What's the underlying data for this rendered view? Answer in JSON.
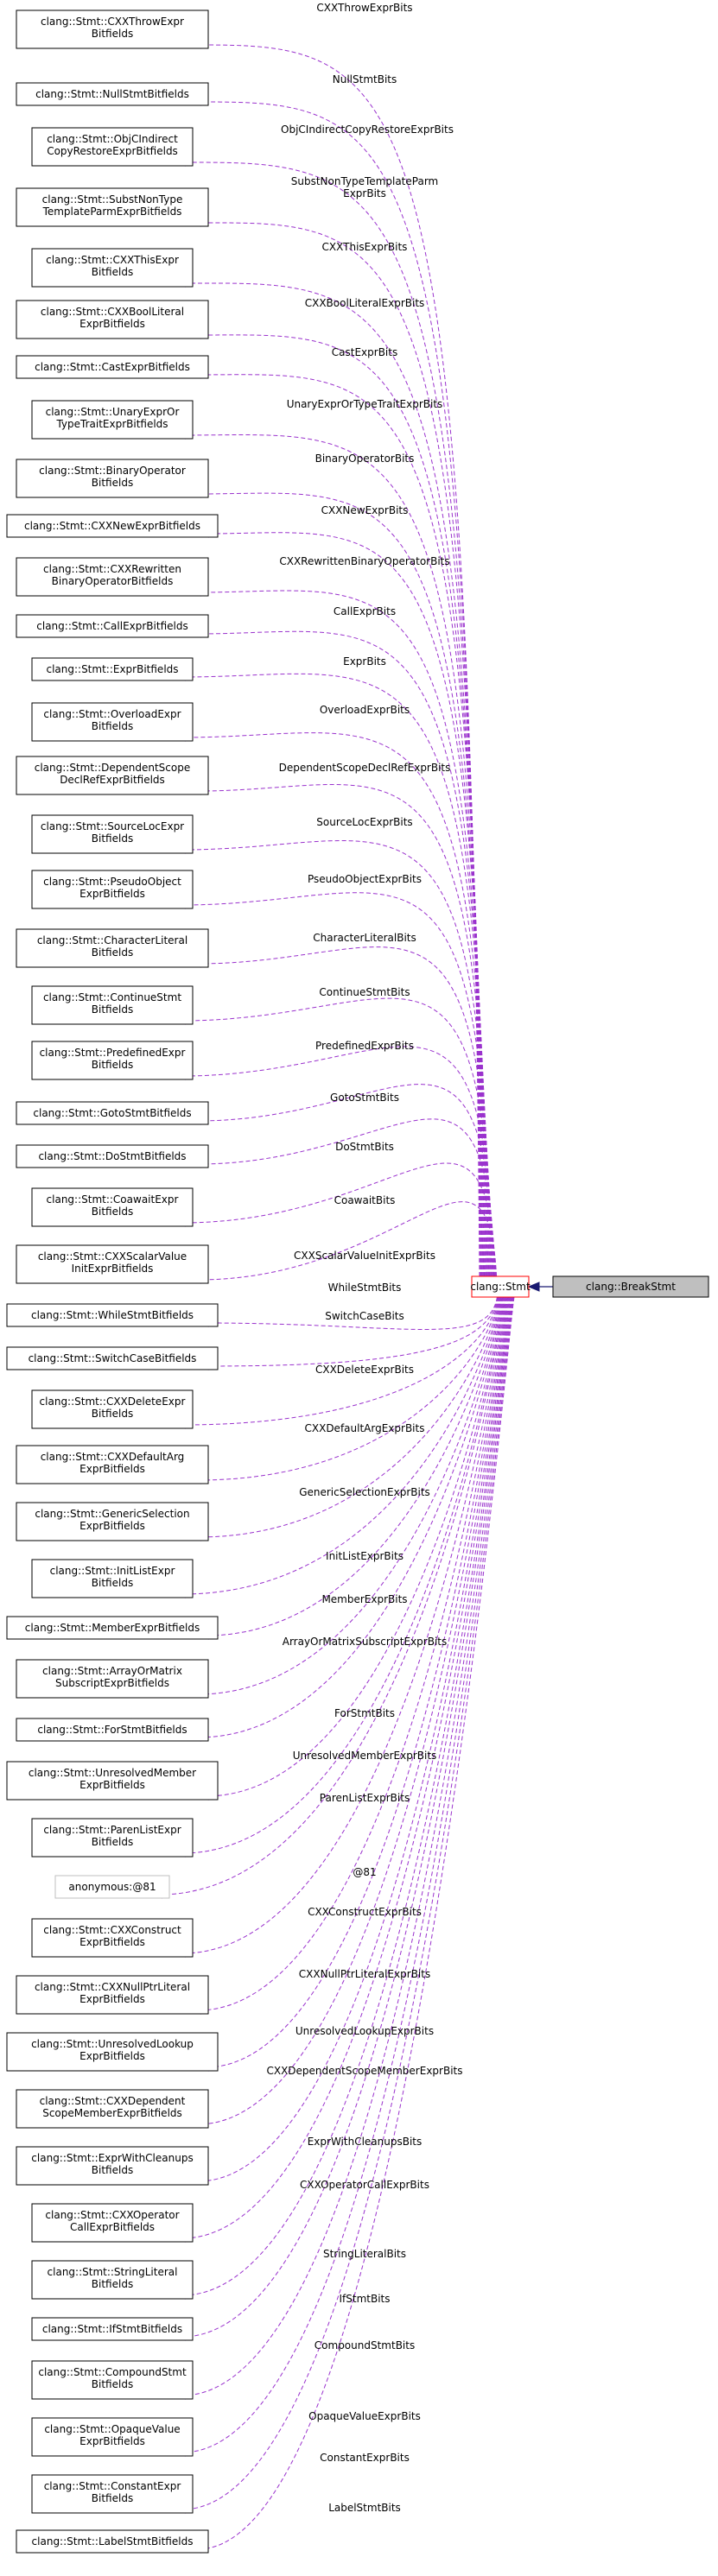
{
  "main_node": "clang::Stmt",
  "derived_node": "clang::BreakStmt",
  "edge_color": "#9a32cd",
  "inheritance_color": "#191970",
  "highlight_color": "#ff0000",
  "selected_fill": "#bfbfbf",
  "members": [
    {
      "label": "CXXThrowExprBits",
      "node": [
        "clang::Stmt::CXXThrowExpr",
        "Bitfields"
      ]
    },
    {
      "label": "NullStmtBits",
      "node": [
        "clang::Stmt::NullStmtBitfields"
      ]
    },
    {
      "label": "ObjCIndirectCopyRestoreExprBits",
      "node": [
        "clang::Stmt::ObjCIndirect",
        "CopyRestoreExprBitfields"
      ]
    },
    {
      "label": "SubstNonTypeTemplateParm\nExprBits",
      "node": [
        "clang::Stmt::SubstNonType",
        "TemplateParmExprBitfields"
      ]
    },
    {
      "label": "CXXThisExprBits",
      "node": [
        "clang::Stmt::CXXThisExpr",
        "Bitfields"
      ]
    },
    {
      "label": "CXXBoolLiteralExprBits",
      "node": [
        "clang::Stmt::CXXBoolLiteral",
        "ExprBitfields"
      ]
    },
    {
      "label": "CastExprBits",
      "node": [
        "clang::Stmt::CastExprBitfields"
      ]
    },
    {
      "label": "UnaryExprOrTypeTraitExprBits",
      "node": [
        "clang::Stmt::UnaryExprOr",
        "TypeTraitExprBitfields"
      ]
    },
    {
      "label": "BinaryOperatorBits",
      "node": [
        "clang::Stmt::BinaryOperator",
        "Bitfields"
      ]
    },
    {
      "label": "CXXNewExprBits",
      "node": [
        "clang::Stmt::CXXNewExprBitfields"
      ]
    },
    {
      "label": "CXXRewrittenBinaryOperatorBits",
      "node": [
        "clang::Stmt::CXXRewritten",
        "BinaryOperatorBitfields"
      ]
    },
    {
      "label": "CallExprBits",
      "node": [
        "clang::Stmt::CallExprBitfields"
      ]
    },
    {
      "label": "ExprBits",
      "node": [
        "clang::Stmt::ExprBitfields"
      ]
    },
    {
      "label": "OverloadExprBits",
      "node": [
        "clang::Stmt::OverloadExpr",
        "Bitfields"
      ]
    },
    {
      "label": "DependentScopeDeclRefExprBits",
      "node": [
        "clang::Stmt::DependentScope",
        "DeclRefExprBitfields"
      ]
    },
    {
      "label": "SourceLocExprBits",
      "node": [
        "clang::Stmt::SourceLocExpr",
        "Bitfields"
      ]
    },
    {
      "label": "PseudoObjectExprBits",
      "node": [
        "clang::Stmt::PseudoObject",
        "ExprBitfields"
      ]
    },
    {
      "label": "CharacterLiteralBits",
      "node": [
        "clang::Stmt::CharacterLiteral",
        "Bitfields"
      ]
    },
    {
      "label": "ContinueStmtBits",
      "node": [
        "clang::Stmt::ContinueStmt",
        "Bitfields"
      ]
    },
    {
      "label": "PredefinedExprBits",
      "node": [
        "clang::Stmt::PredefinedExpr",
        "Bitfields"
      ]
    },
    {
      "label": "GotoStmtBits",
      "node": [
        "clang::Stmt::GotoStmtBitfields"
      ]
    },
    {
      "label": "DoStmtBits",
      "node": [
        "clang::Stmt::DoStmtBitfields"
      ]
    },
    {
      "label": "CoawaitBits",
      "node": [
        "clang::Stmt::CoawaitExpr",
        "Bitfields"
      ]
    },
    {
      "label": "CXXScalarValueInitExprBits",
      "node": [
        "clang::Stmt::CXXScalarValue",
        "InitExprBitfields"
      ]
    },
    {
      "label": "WhileStmtBits",
      "node": [
        "clang::Stmt::WhileStmtBitfields"
      ]
    },
    {
      "label": "SwitchCaseBits",
      "node": [
        "clang::Stmt::SwitchCaseBitfields"
      ]
    },
    {
      "label": "CXXDeleteExprBits",
      "node": [
        "clang::Stmt::CXXDeleteExpr",
        "Bitfields"
      ]
    },
    {
      "label": "CXXDefaultArgExprBits",
      "node": [
        "clang::Stmt::CXXDefaultArg",
        "ExprBitfields"
      ]
    },
    {
      "label": "GenericSelectionExprBits",
      "node": [
        "clang::Stmt::GenericSelection",
        "ExprBitfields"
      ]
    },
    {
      "label": "InitListExprBits",
      "node": [
        "clang::Stmt::InitListExpr",
        "Bitfields"
      ]
    },
    {
      "label": "MemberExprBits",
      "node": [
        "clang::Stmt::MemberExprBitfields"
      ]
    },
    {
      "label": "ArrayOrMatrixSubscriptExprBits",
      "node": [
        "clang::Stmt::ArrayOrMatrix",
        "SubscriptExprBitfields"
      ]
    },
    {
      "label": "ForStmtBits",
      "node": [
        "clang::Stmt::ForStmtBitfields"
      ]
    },
    {
      "label": "UnresolvedMemberExprBits",
      "node": [
        "clang::Stmt::UnresolvedMember",
        "ExprBitfields"
      ]
    },
    {
      "label": "ParenListExprBits",
      "node": [
        "clang::Stmt::ParenListExpr",
        "Bitfields"
      ]
    },
    {
      "label": "@81",
      "node": [
        "anonymous:@81"
      ],
      "gray": true
    },
    {
      "label": "CXXConstructExprBits",
      "node": [
        "clang::Stmt::CXXConstruct",
        "ExprBitfields"
      ]
    },
    {
      "label": "CXXNullPtrLiteralExprBits",
      "node": [
        "clang::Stmt::CXXNullPtrLiteral",
        "ExprBitfields"
      ]
    },
    {
      "label": "UnresolvedLookupExprBits",
      "node": [
        "clang::Stmt::UnresolvedLookup",
        "ExprBitfields"
      ]
    },
    {
      "label": "CXXDependentScopeMemberExprBits",
      "node": [
        "clang::Stmt::CXXDependent",
        "ScopeMemberExprBitfields"
      ]
    },
    {
      "label": "ExprWithCleanupsBits",
      "node": [
        "clang::Stmt::ExprWithCleanups",
        "Bitfields"
      ]
    },
    {
      "label": "CXXOperatorCallExprBits",
      "node": [
        "clang::Stmt::CXXOperator",
        "CallExprBitfields"
      ]
    },
    {
      "label": "StringLiteralBits",
      "node": [
        "clang::Stmt::StringLiteral",
        "Bitfields"
      ]
    },
    {
      "label": "IfStmtBits",
      "node": [
        "clang::Stmt::IfStmtBitfields"
      ]
    },
    {
      "label": "CompoundStmtBits",
      "node": [
        "clang::Stmt::CompoundStmt",
        "Bitfields"
      ]
    },
    {
      "label": "OpaqueValueExprBits",
      "node": [
        "clang::Stmt::OpaqueValue",
        "ExprBitfields"
      ]
    },
    {
      "label": "ConstantExprBits",
      "node": [
        "clang::Stmt::ConstantExpr",
        "Bitfields"
      ]
    },
    {
      "label": "LabelStmtBits",
      "node": [
        "clang::Stmt::LabelStmtBitfields"
      ]
    }
  ]
}
